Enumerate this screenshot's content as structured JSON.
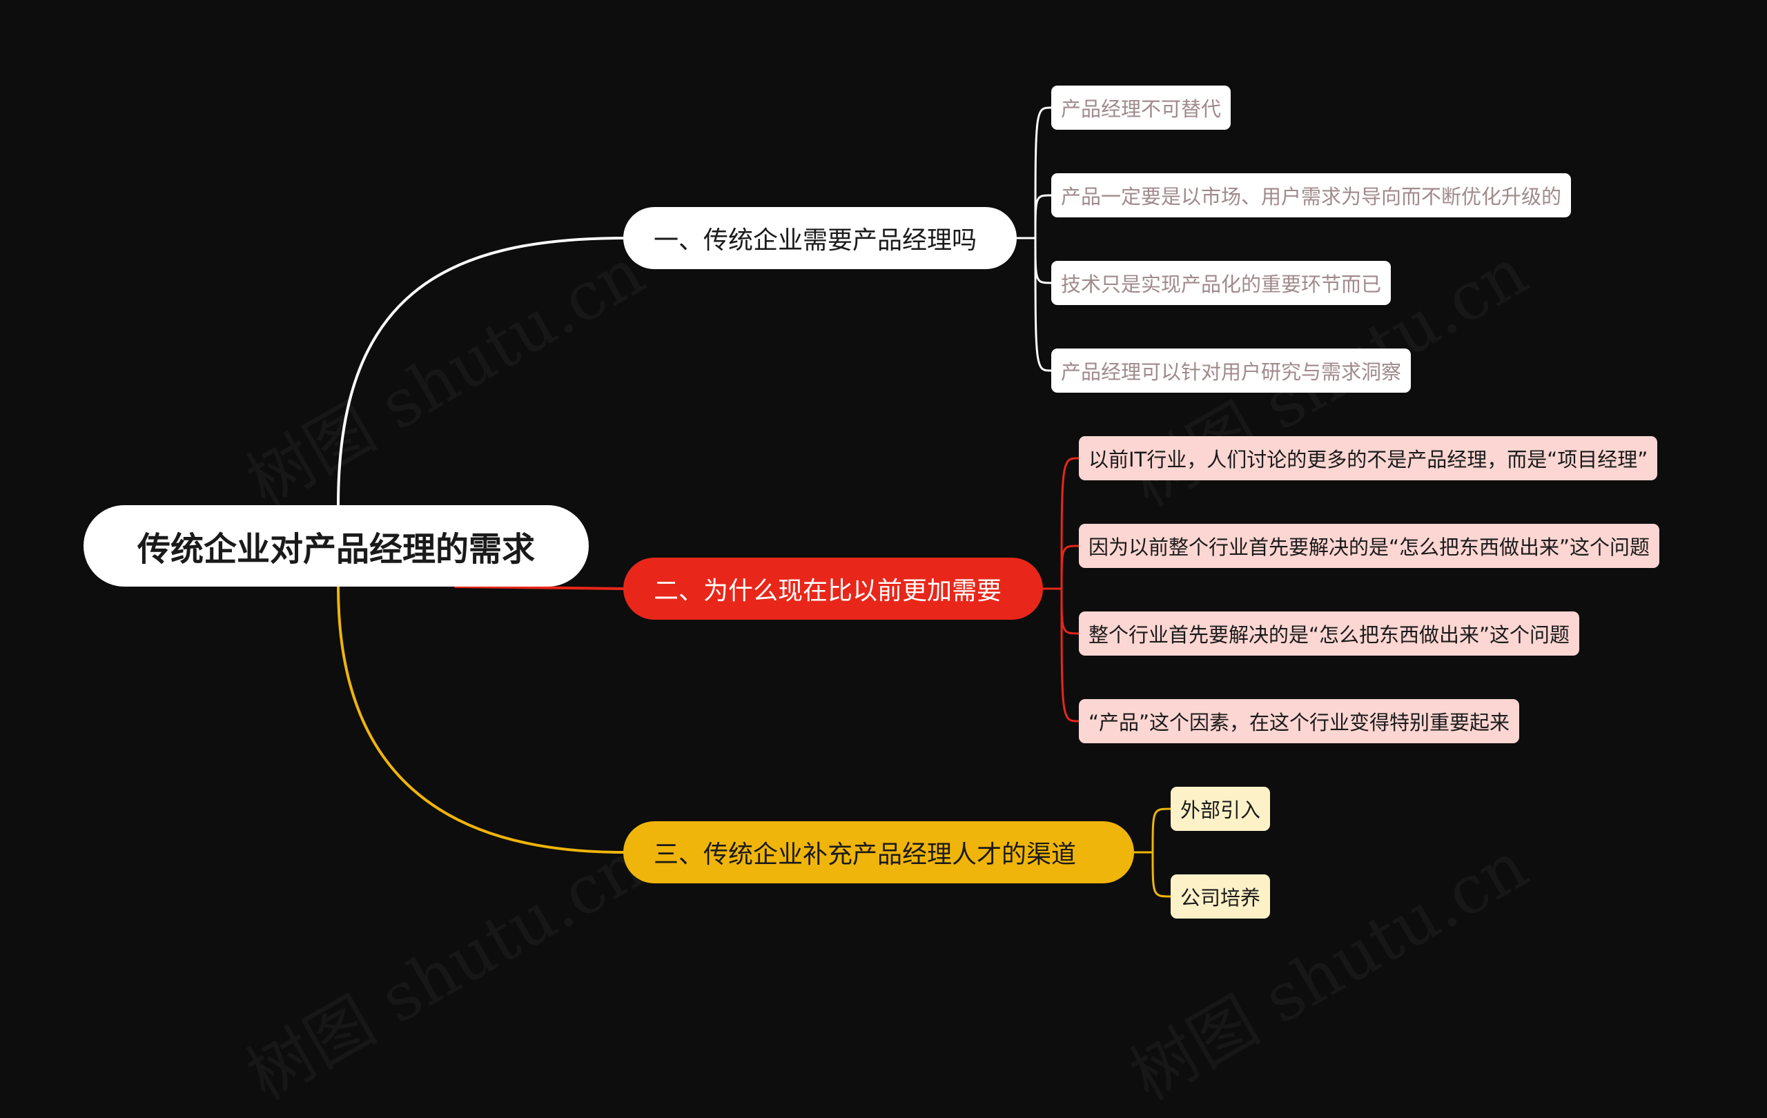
{
  "watermark": "树图 shutu.cn",
  "colors": {
    "background": "#0d0d0d",
    "branch_1": "#ffffff",
    "branch_2": "#e8271a",
    "branch_3": "#f0b50a"
  },
  "root": {
    "title": "传统企业对产品经理的需求"
  },
  "branches": [
    {
      "label": "一、传统企业需要产品经理吗",
      "leaves": [
        "产品经理不可替代",
        "产品一定要是以市场、用户需求为导向而不断优化升级的",
        "技术只是实现产品化的重要环节而已",
        "产品经理可以针对用户研究与需求洞察"
      ]
    },
    {
      "label": "二、为什么现在比以前更加需要",
      "leaves": [
        "以前IT行业，人们讨论的更多的不是产品经理，而是“项目经理”",
        "因为以前整个行业首先要解决的是“怎么把东西做出来”这个问题",
        "整个行业首先要解决的是“怎么把东西做出来”这个问题",
        "“产品”这个因素，在这个行业变得特别重要起来"
      ]
    },
    {
      "label": "三、传统企业补充产品经理人才的渠道",
      "leaves": [
        "外部引入",
        "公司培养"
      ]
    }
  ]
}
